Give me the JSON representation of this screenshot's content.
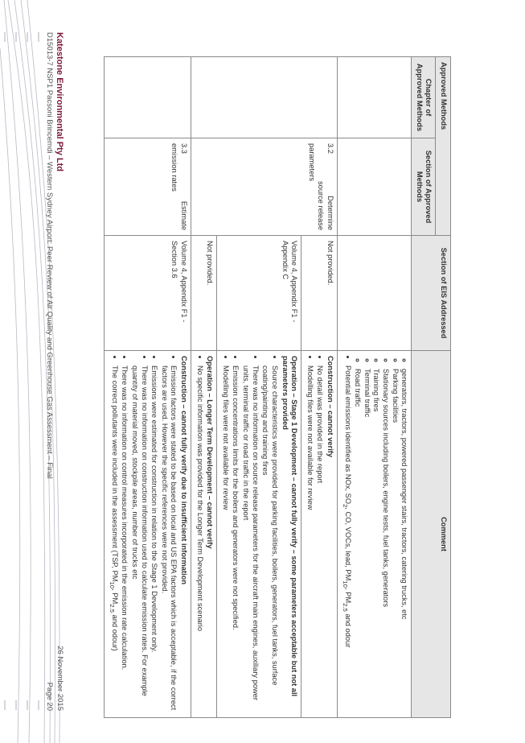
{
  "header": {
    "approved_methods": "Approved Methods",
    "chapter": "Chapter of Approved Methods",
    "section_am": "Section of Approved Methods",
    "section_eis": "Section of EIS Addressed",
    "comment": "Comment"
  },
  "rows": [
    {
      "chapter": "",
      "section_num": "",
      "section_title": "",
      "eis": "",
      "blocks": [
        {
          "heading": "",
          "bullets": []
        }
      ]
    }
  ],
  "row1": {
    "sub_items": [
      "generators, tractors, powered passenger stairs, tractors, catering trucks, etc",
      "Parking facilities",
      "Stationary sources including boilers, engine tests, fuel tanks, generators",
      "Training fires",
      "Terminal traffic",
      "Road traffic"
    ],
    "bullet_pre": "Potential emissions identified as NOx, SO",
    "bullet_mid": ", CO, VOCs, lead, PM",
    "bullet_mid2": ", PM",
    "bullet_post": " and odour",
    "sub_2": "2",
    "sub_10": "10",
    "sub_25": "2.5"
  },
  "row2": {
    "num": "3.2",
    "title_a": "Determine",
    "title_b": "source release",
    "title_c": "parameters",
    "eis": "Not provided.",
    "h1": "Construction – cannot verify",
    "b1": [
      "No detail was provided in the report",
      "Modelling files were not available for review"
    ]
  },
  "row3": {
    "eis": "Volume 4, Appendix F1 - Appendix C",
    "h1": "Operation – Stage 1 Development – cannot fully verify – some parameters acceptable but not all parameters provided",
    "b1": [
      "Source characteristics were provided for parking facilities, boilers, generators, fuel tanks, surface coating/painting and training fires",
      "There was no information on source release parameters for the aircraft main engines, auxiliary power units, terminal traffic or road traffic in the report",
      "Emission concentrations limits for the boilers and generators were not specified.",
      "Modelling files were not available for review"
    ]
  },
  "row4": {
    "eis": "Not provided.",
    "h1": "Operation – Longer Term Development – cannot verify",
    "b1": [
      "No specific information was provided for the Longer Term Development scenario"
    ]
  },
  "row5": {
    "num": "3.3",
    "title_a": "Estimate",
    "title_b": "emission rates",
    "eis": "Volume 4, Appendix F1 - Section 3.6",
    "h1": "Construction – cannot fully verify due to insufficient information",
    "b1": [
      "Emission factors were stated to be based on local and US EPA factors which is acceptable, if the correct factors are used. However the specific references were not provided.",
      "Emissions were estimated for construction in relation to the Stage 1 Development only.",
      "There was no information on construction information used to calculate emission rates. For example quantity of material moved, stockpile areas, number of trucks etc",
      "There was no information on control measures incorporated in the emission rate calculation."
    ],
    "last_pre": "The correct pollutants were included in the assessment (TSP, PM",
    "last_mid": ", PM",
    "last_post": " and odour)"
  },
  "footer": {
    "company": "Katestone Environmental Pty Ltd",
    "subtitle": "D15013-7 NSP1 Pacsoni Brincemdi – Western Sydney Airport: Peer Review of Air Quality and Greenhouse Gas Assessment – Final",
    "date": "26 November 2015",
    "page": "Page 20"
  }
}
